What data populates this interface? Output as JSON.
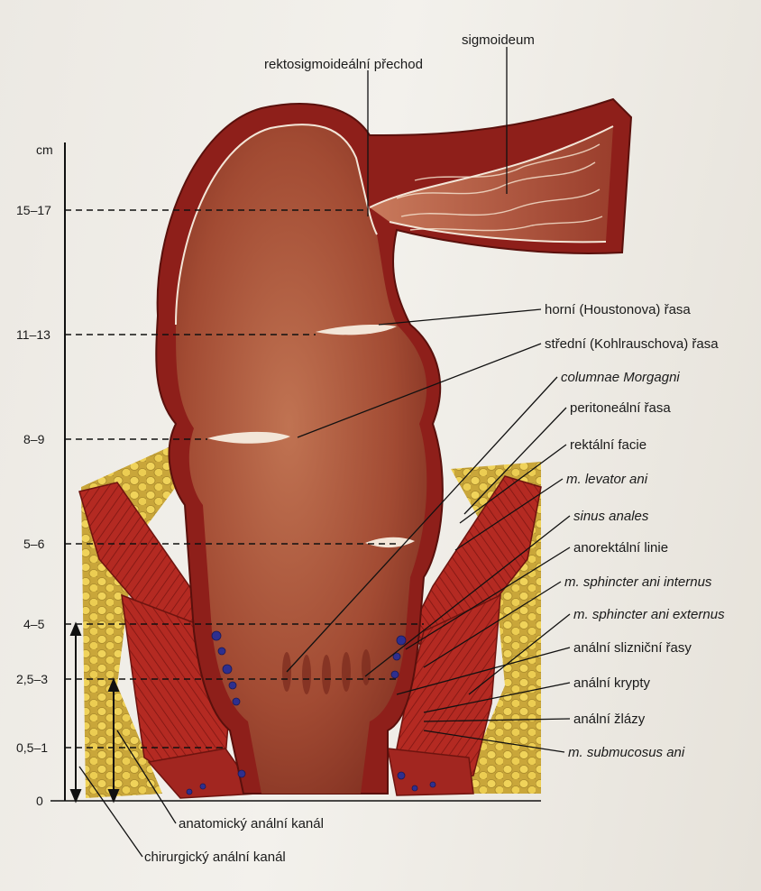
{
  "scale": {
    "unit": "cm",
    "ticks": [
      "15–17",
      "11–13",
      "8–9",
      "5–6",
      "4–5",
      "2,5–3",
      "0,5–1",
      "0"
    ]
  },
  "labels": {
    "sigmoideum": "sigmoideum",
    "rektosigmoid": "rektosigmoideální přechod",
    "houston": "horní (Houstonova) řasa",
    "kohlrausch": "střední (Kohlrauschova) řasa",
    "morgagni": "columnae Morgagni",
    "peritoneal": "peritoneální řasa",
    "rectal_fascia": "rektální facie",
    "levator": "m. levator ani",
    "sinus": "sinus anales",
    "anorectal": "anorektální linie",
    "internus": "m. sphincter ani internus",
    "externus": "m. sphincter ani externus",
    "mucosal_folds": "anální slizniční řasy",
    "crypts": "anální krypty",
    "glands": "anální žlázy",
    "submucosus": "m. submucosus ani",
    "anatomic": "anatomický anální kanál",
    "surgical": "chirurgický anální kanál"
  },
  "colors": {
    "wall": "#8e1f1a",
    "lumen": "#a8523a",
    "fat": "#e6c64a",
    "muscle": "#b32622",
    "gland": "#2e2f8f"
  }
}
